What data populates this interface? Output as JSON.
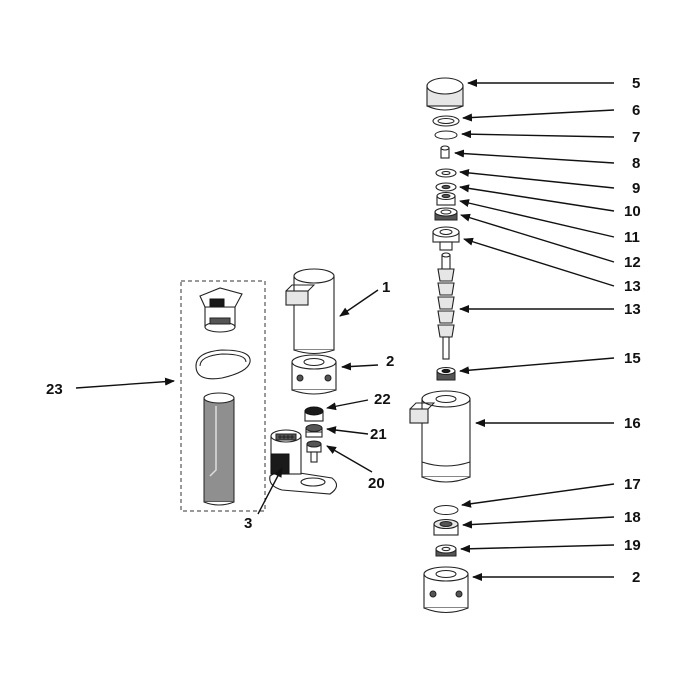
{
  "callouts": [
    {
      "id": "5",
      "text": "5"
    },
    {
      "id": "6",
      "text": "6"
    },
    {
      "id": "7",
      "text": "7"
    },
    {
      "id": "8",
      "text": "8"
    },
    {
      "id": "9",
      "text": "9"
    },
    {
      "id": "10",
      "text": "10"
    },
    {
      "id": "11",
      "text": "11"
    },
    {
      "id": "12",
      "text": "12"
    },
    {
      "id": "13a",
      "text": "13"
    },
    {
      "id": "13b",
      "text": "13"
    },
    {
      "id": "15",
      "text": "15"
    },
    {
      "id": "16",
      "text": "16"
    },
    {
      "id": "17",
      "text": "17"
    },
    {
      "id": "18",
      "text": "18"
    },
    {
      "id": "19",
      "text": "19"
    },
    {
      "id": "2b",
      "text": "2"
    },
    {
      "id": "1",
      "text": "1"
    },
    {
      "id": "2a",
      "text": "2"
    },
    {
      "id": "22",
      "text": "22"
    },
    {
      "id": "21",
      "text": "21"
    },
    {
      "id": "20",
      "text": "20"
    },
    {
      "id": "3",
      "text": "3"
    },
    {
      "id": "23",
      "text": "23"
    }
  ]
}
